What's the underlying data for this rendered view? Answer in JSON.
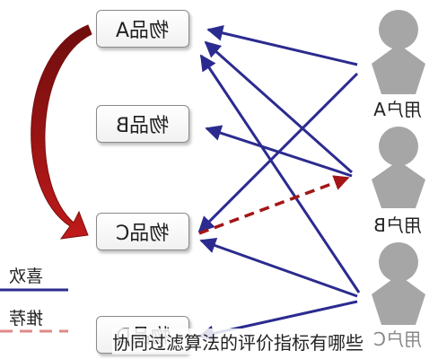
{
  "items": [
    {
      "label": "物品A"
    },
    {
      "label": "物品B"
    },
    {
      "label": "物品C"
    },
    {
      "label": "物品D"
    }
  ],
  "users": [
    {
      "label": "用户A"
    },
    {
      "label": "用户B"
    },
    {
      "label": "用户C"
    }
  ],
  "legend": {
    "like_label": "喜欢",
    "recommend_label": "推荐"
  },
  "caption": "协同过滤算法的评价指标有哪些",
  "colors": {
    "like_arrow": "#2b2b8f",
    "recommend_arrow": "#a31616",
    "curved_arrow": "#9e1515",
    "user_icon": "#a6a6a6"
  },
  "relations": {
    "likes": [
      {
        "user": "用户A",
        "item": "物品A"
      },
      {
        "user": "用户A",
        "item": "物品C"
      },
      {
        "user": "用户B",
        "item": "物品A"
      },
      {
        "user": "用户B",
        "item": "物品B"
      },
      {
        "user": "用户C",
        "item": "物品A"
      },
      {
        "user": "用户C",
        "item": "物品C"
      },
      {
        "user": "用户C",
        "item": "物品D"
      }
    ],
    "recommend": [
      {
        "item": "物品C",
        "user": "用户B"
      }
    ]
  }
}
